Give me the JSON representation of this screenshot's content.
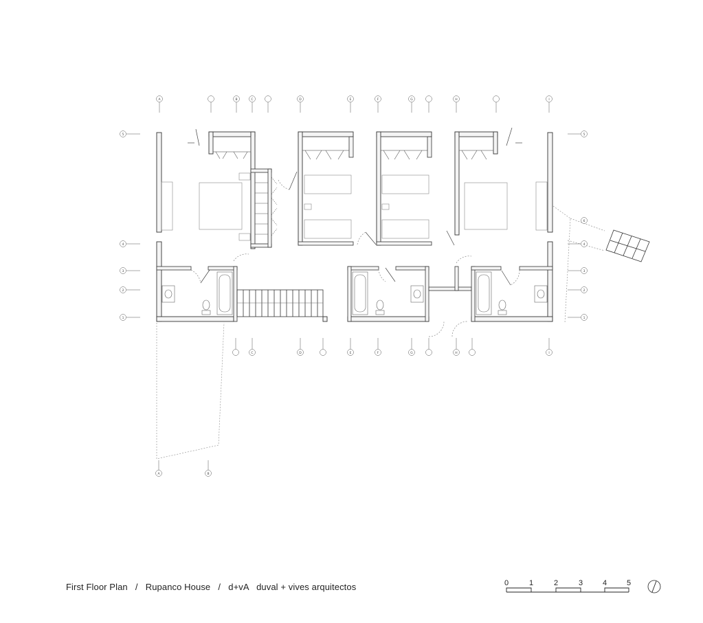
{
  "caption": {
    "title": "First Floor Plan",
    "separator": "/",
    "project": "Rupanco House",
    "firm_short": "d+vA",
    "firm_full": "duval + vives arquitectos"
  },
  "grid": {
    "top": [
      "A",
      "",
      "B",
      "C",
      "",
      "D",
      "E",
      "F",
      "G",
      "",
      "H",
      "",
      "I"
    ],
    "bottom": [
      "",
      "C",
      "D",
      "",
      "E",
      "F",
      "G",
      "",
      "H",
      "",
      "I"
    ],
    "extra_bottom": [
      "A",
      "B"
    ],
    "left": [
      "5",
      "4",
      "3",
      "2",
      "1"
    ],
    "right": [
      "5",
      "6",
      "4",
      "3",
      "2",
      "1"
    ]
  },
  "scale": {
    "labels": [
      "0",
      "1",
      "2",
      "3",
      "4",
      "5"
    ]
  },
  "north_icon": "north-arrow-icon"
}
